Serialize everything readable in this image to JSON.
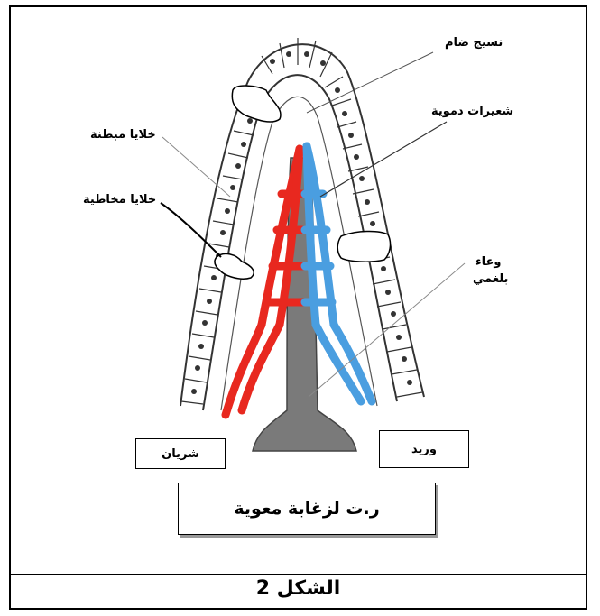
{
  "labels": {
    "connective_tissue": "نسيج ضام",
    "capillaries": "شعيرات دموية",
    "lining_cells": "خلايا مبطنة",
    "mucous_cells": "خلايا مخاطية",
    "lymph_vessel_line1": "وعاء",
    "lymph_vessel_line2": "بلغمي",
    "artery": "شريان",
    "vein": "وريد"
  },
  "title": "ر.ت لزغابة معوية",
  "caption": "الشكل 2",
  "colors": {
    "artery": "#e8281f",
    "vein": "#4a9ee0",
    "lymph": "#7a7a7a",
    "cell_fill": "#d8d8d8",
    "nucleus": "#333333"
  }
}
